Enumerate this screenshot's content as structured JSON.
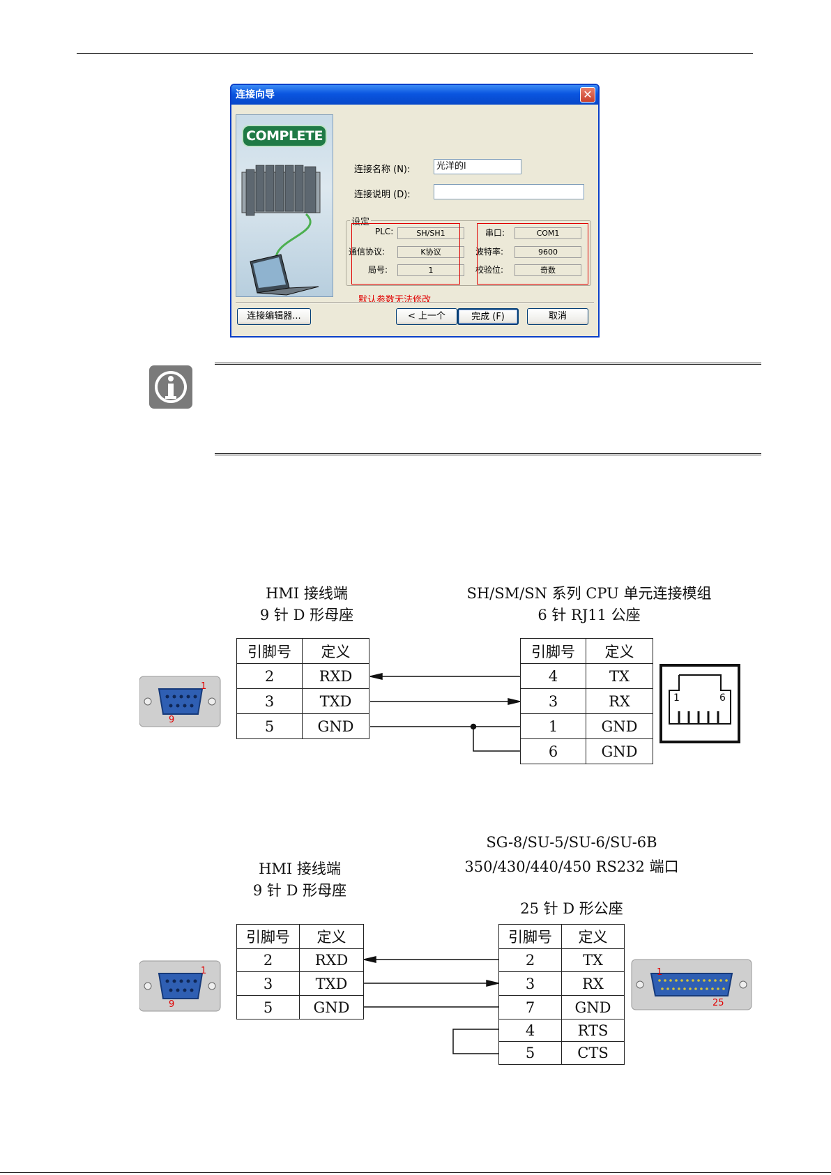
{
  "dialog": {
    "title": "连接向导",
    "close_icon": "close-icon",
    "badge": "COMPLETE",
    "name_label": "连接名称 (N):",
    "name_value": "光洋的l",
    "desc_label": "连接说明 (D):",
    "desc_value": "",
    "group_label": "设定",
    "plc_label": "PLC:",
    "plc_value": "SH/SH1",
    "protocol_label": "通信协议:",
    "protocol_value": "K协议",
    "station_label": "局号:",
    "station_value": "1",
    "port_label": "串口:",
    "port_value": "COM1",
    "baud_label": "波特率:",
    "baud_value": "9600",
    "parity_label": "校验位:",
    "parity_value": "奇数",
    "red_note": "默认参数无法修改",
    "editor_button": "连接编辑器...",
    "back_button": "< 上一个",
    "finish_button": "完成 (F)",
    "cancel_button": "取消"
  },
  "info_icon": "info-icon",
  "diagram1": {
    "hmi_caption_line1": "HMI 接线端",
    "hmi_caption_line2": "9 针 D 形母座",
    "plc_caption_line1": "SH/SM/SN 系列 CPU 单元连接模组",
    "plc_caption_line2": "6 针 RJ11 公座",
    "col_pin": "引脚号",
    "col_def": "定义",
    "hmi_rows": [
      [
        "2",
        "RXD"
      ],
      [
        "3",
        "TXD"
      ],
      [
        "5",
        "GND"
      ]
    ],
    "plc_rows": [
      [
        "4",
        "TX"
      ],
      [
        "3",
        "RX"
      ],
      [
        "1",
        "GND"
      ],
      [
        "6",
        "GND"
      ]
    ],
    "db9_pin_first": "1",
    "db9_pin_last": "9",
    "rj11_pin_first": "1",
    "rj11_pin_last": "6"
  },
  "diagram2": {
    "hmi_caption_line1": "HMI 接线端",
    "hmi_caption_line2": "9 针 D 形母座",
    "plc_caption_line1": "SG-8/SU-5/SU-6/SU-6B",
    "plc_caption_line2": "350/430/440/450 RS232 端口",
    "plc_caption_line3": "25 针 D 形公座",
    "col_pin": "引脚号",
    "col_def": "定义",
    "hmi_rows": [
      [
        "2",
        "RXD"
      ],
      [
        "3",
        "TXD"
      ],
      [
        "5",
        "GND"
      ]
    ],
    "plc_rows": [
      [
        "2",
        "TX"
      ],
      [
        "3",
        "RX"
      ],
      [
        "7",
        "GND"
      ],
      [
        "4",
        "RTS"
      ],
      [
        "5",
        "CTS"
      ]
    ],
    "db9_pin_first": "1",
    "db9_pin_last": "9",
    "db25_pin_first": "1",
    "db25_pin_last": "25"
  }
}
